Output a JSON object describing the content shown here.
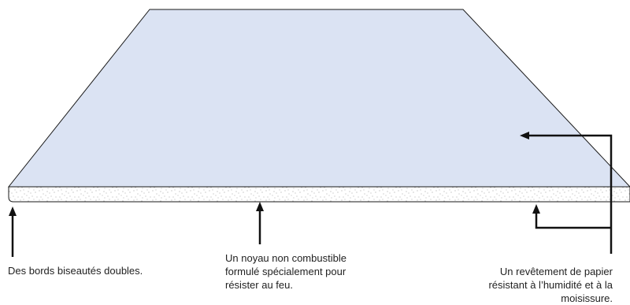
{
  "colors": {
    "board_face": "#dbe3f3",
    "core_base": "#ffffff",
    "core_speckle": "#8c8c8c",
    "outline": "#1a1a1a",
    "arrow": "#111111",
    "text": "#222222"
  },
  "labels": {
    "edges": "Des bords biseautés doubles.",
    "core": "Un noyau non combustible\nformulé spécialement pour\nrésister au feu.",
    "paper": "Un revêtement de papier\nrésistant à l’humidité et à la\nmoisissure."
  }
}
